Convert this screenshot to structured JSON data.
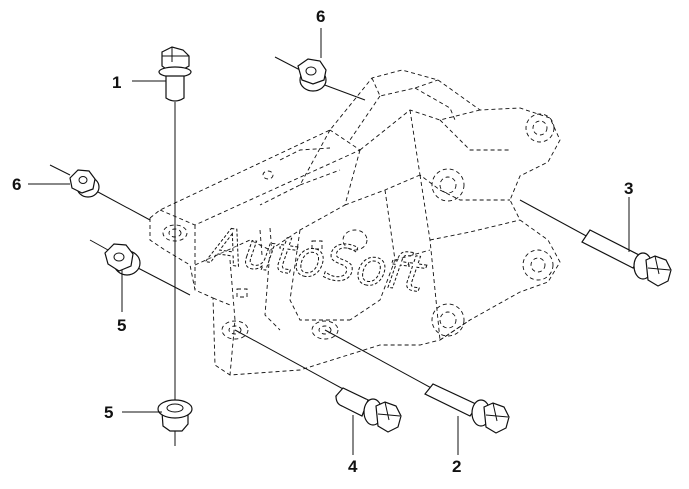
{
  "figure": {
    "watermark": "AutoSoft",
    "callouts": [
      {
        "id": "bolt-long-vertical",
        "label": "1"
      },
      {
        "id": "bolt-lower-right",
        "label": "2"
      },
      {
        "id": "bolt-side-right",
        "label": "3"
      },
      {
        "id": "bolt-lower-middle",
        "label": "4"
      },
      {
        "id": "flange-nut-left",
        "label": "5"
      },
      {
        "id": "flange-nut-bottom",
        "label": "5"
      },
      {
        "id": "flange-nut-top",
        "label": "6"
      },
      {
        "id": "flange-nut-left-upper",
        "label": "6"
      }
    ]
  }
}
